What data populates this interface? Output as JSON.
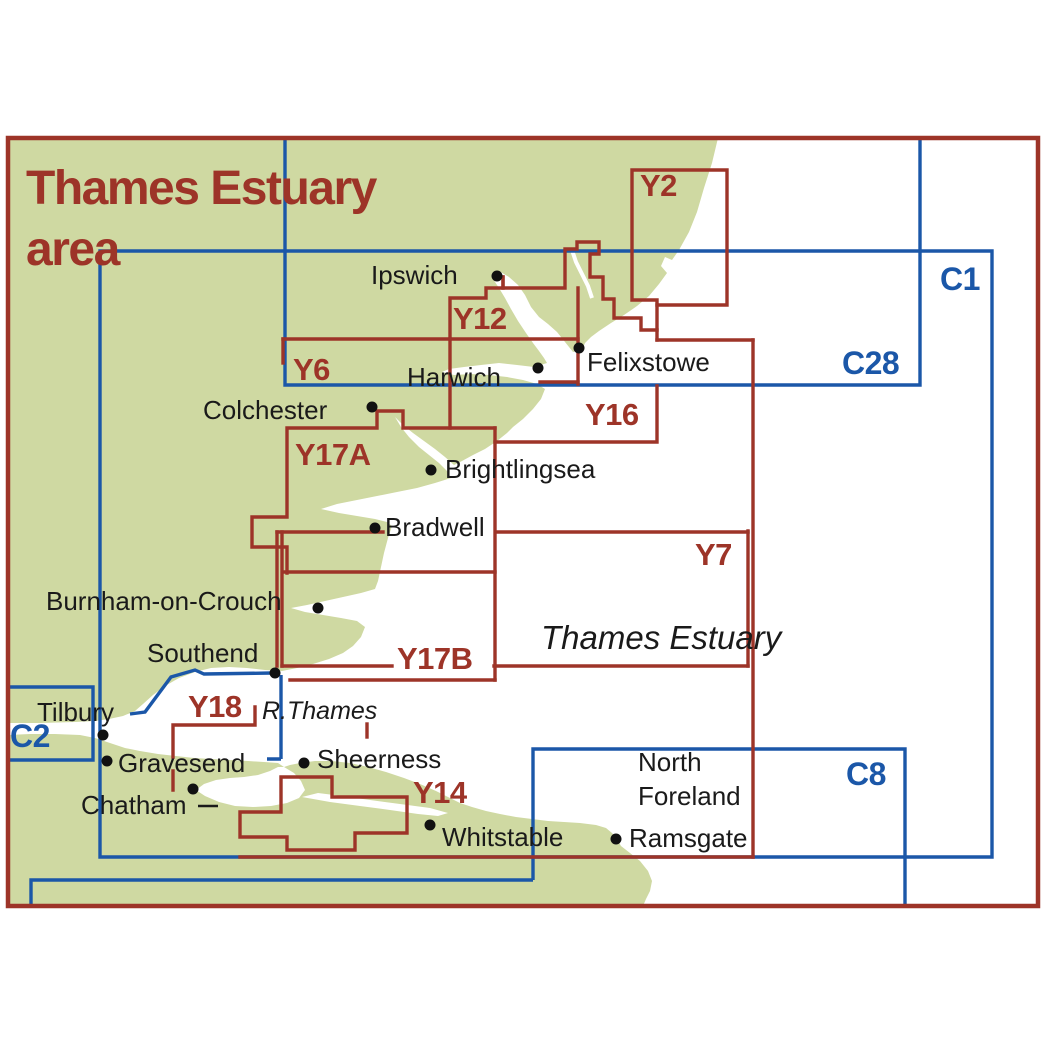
{
  "title": "Thames Estuary\narea",
  "region_labels": {
    "thames_estuary": "Thames Estuary",
    "r_thames": "R.Thames"
  },
  "chart_areas": {
    "y2": "Y2",
    "y12": "Y12",
    "y6": "Y6",
    "y16": "Y16",
    "y17a": "Y17A",
    "y7": "Y7",
    "y17b": "Y17B",
    "y18": "Y18",
    "y14": "Y14"
  },
  "overview_charts": {
    "c1": "C1",
    "c28": "C28",
    "c2": "C2",
    "c8": "C8"
  },
  "places": {
    "ipswich": "Ipswich",
    "felixstowe": "Felixstowe",
    "harwich": "Harwich",
    "colchester": "Colchester",
    "brightlingsea": "Brightlingsea",
    "bradwell": "Bradwell",
    "burnham": "Burnham-on-Crouch",
    "southend": "Southend",
    "tilbury": "Tilbury",
    "gravesend": "Gravesend",
    "chatham": "Chatham",
    "sheerness": "Sheerness",
    "whitstable": "Whitstable",
    "north_foreland": "North Foreland",
    "ramsgate": "Ramsgate"
  },
  "colors": {
    "land": "#CFD9A2",
    "sea": "#FFFFFF",
    "small_chart_outline": "#9D3428",
    "overview_chart_outline": "#1B57A8",
    "label_text": "#1A1A1A"
  }
}
